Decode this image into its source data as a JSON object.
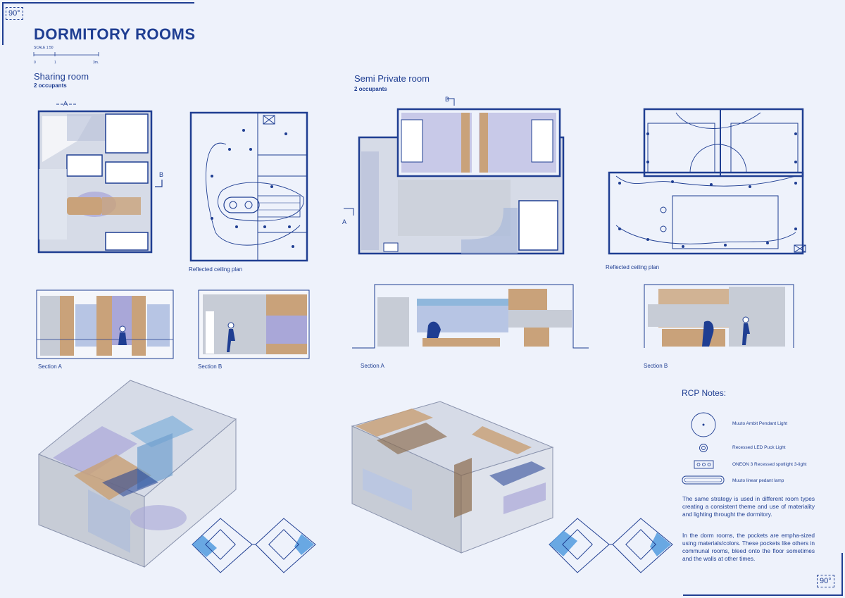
{
  "page": {
    "title": "DORMITORY ROOMS",
    "page_number": "90",
    "degree_mark": "°",
    "scale_label": "SCALE 1:50",
    "scale_ticks": [
      "0",
      "1",
      "3m."
    ]
  },
  "sharing_room": {
    "title": "Sharing room",
    "occupants": "2 occupants",
    "marker_a": "A",
    "marker_b": "B",
    "rcp_label": "Reflected ceiling plan",
    "section_a": "Section A",
    "section_b": "Section B"
  },
  "semi_private_room": {
    "title": "Semi Private room",
    "occupants": "2 occupants",
    "marker_a": "A",
    "marker_b": "B",
    "rcp_label": "Reflected ceiling plan",
    "section_a": "Section A",
    "section_b": "Section B"
  },
  "rcp_notes": {
    "title": "RCP Notes:",
    "items": [
      {
        "icon": "pendant-light-icon",
        "label": "Muuto Ambit Pendant Light"
      },
      {
        "icon": "puck-light-icon",
        "label": "Recessed LED Puck Light"
      },
      {
        "icon": "spotlight-icon",
        "label": "ONEON 3 Recessed spotlight 3-light"
      },
      {
        "icon": "linear-lamp-icon",
        "label": "Muuto linear pedant lamp"
      }
    ],
    "paragraph_1": "The same strategy is used in different room types creating a consistent theme and use of materiality and lighting throught the dormitory.",
    "paragraph_2": "In the dorm rooms, the pockets are empha-sized using materials/colors. These pockets like others in communal rooms, bleed onto the floor sometimes and the walls at other times."
  },
  "colors": {
    "ink": "#1f3e92",
    "background": "#eef2fb",
    "lavender": "#a9a7d8",
    "wood": "#c9a27a",
    "concrete": "#c7ccd6",
    "glass": "#8fb7dc"
  }
}
